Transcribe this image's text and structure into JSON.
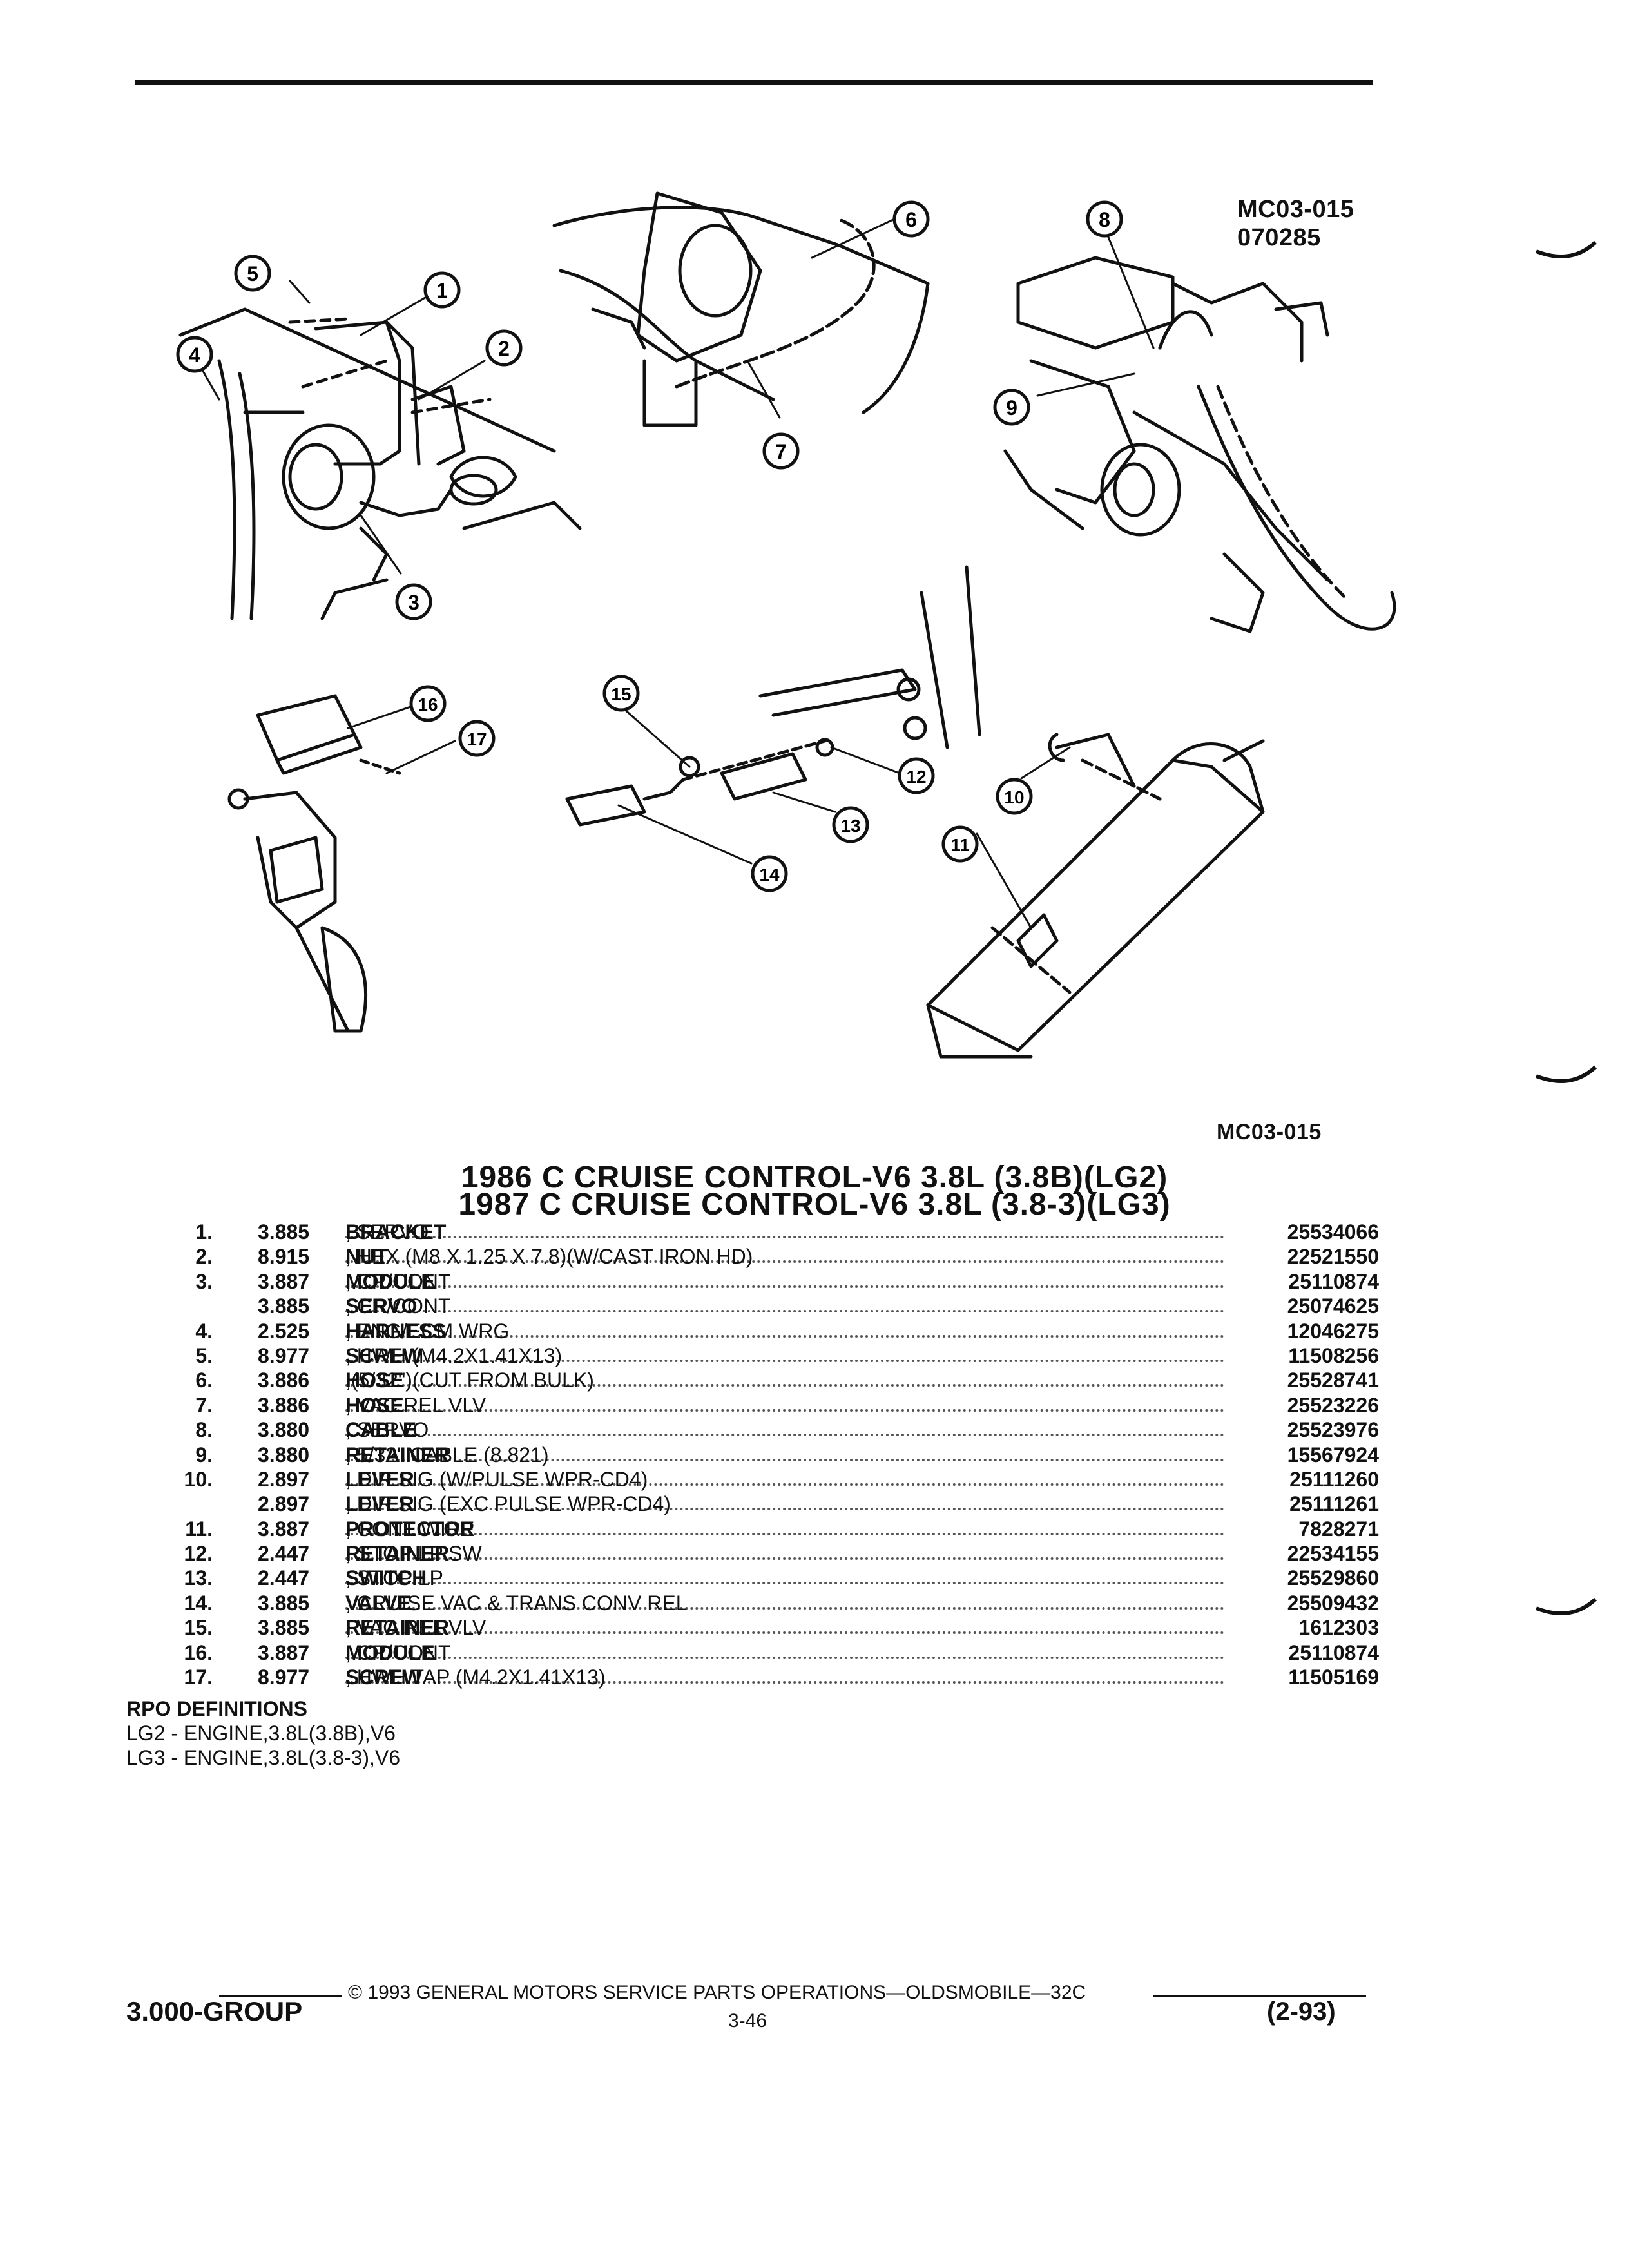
{
  "figure": {
    "ref_code": "MC03-015",
    "ref_date": "070285",
    "ref_code_bottom": "MC03-015",
    "callouts": [
      "1",
      "2",
      "3",
      "4",
      "5",
      "6",
      "7",
      "8",
      "9",
      "10",
      "11",
      "12",
      "13",
      "14",
      "15",
      "16",
      "17"
    ]
  },
  "titles": {
    "line1": "1986 C CRUISE CONTROL-V6 3.8L (3.8B)(LG2)",
    "line2": "1987 C CRUISE CONTROL-V6 3.8L (3.8-3)(LG3)"
  },
  "parts": [
    {
      "num": "1.",
      "group": "3.885",
      "name": "BRACKET",
      "detail": ", SERVO",
      "part_no": "25534066"
    },
    {
      "num": "2.",
      "group": "8.915",
      "name": "NUT",
      "detail": ", HEX (M8 X 1.25 X 7.8)(W/CAST IRON HD)",
      "part_no": "22521550"
    },
    {
      "num": "3.",
      "group": "3.887",
      "name": "MODULE",
      "detail": ", CR/CONT",
      "part_no": "25110874"
    },
    {
      "num": "",
      "group": "3.885",
      "name": "SERVO",
      "detail": ", CR/CONT",
      "part_no": "25074625"
    },
    {
      "num": "4.",
      "group": "2.525",
      "name": "HARNESS",
      "detail": ", ENG/ECM WRG",
      "part_no": "12046275"
    },
    {
      "num": "5.",
      "group": "8.977",
      "name": "SCREW",
      "detail": ", HWH (M4.2X1.41X13)",
      "part_no": "11508256"
    },
    {
      "num": "6.",
      "group": "3.886",
      "name": "HOSE",
      "detail": ",(5/32\")(CUT FROM BULK)",
      "part_no": "25528741"
    },
    {
      "num": "7.",
      "group": "3.886",
      "name": "HOSE",
      "detail": ", VAC REL VLV",
      "part_no": "25523226"
    },
    {
      "num": "8.",
      "group": "3.880",
      "name": "CABLE",
      "detail": ", SERVO",
      "part_no": "25523976"
    },
    {
      "num": "9.",
      "group": "3.880",
      "name": "RETAINER",
      "detail": ", 5/32\" CABLE (8.821)",
      "part_no": "15567924"
    },
    {
      "num": "10.",
      "group": "2.897",
      "name": "LEVER",
      "detail": ", DIR SIG (W/PULSE WPR-CD4)",
      "part_no": "25111260"
    },
    {
      "num": "",
      "group": "2.897",
      "name": "LEVER",
      "detail": ", DIR SIG (EXC PULSE WPR-CD4)",
      "part_no": "25111261"
    },
    {
      "num": "11.",
      "group": "3.887",
      "name": "PROTECTOR",
      "detail": ", CONT WIRE",
      "part_no": "7828271"
    },
    {
      "num": "12.",
      "group": "2.447",
      "name": "RETAINER",
      "detail": ", STOP LP SW",
      "part_no": "22534155"
    },
    {
      "num": "13.",
      "group": "2.447",
      "name": "SWITCH",
      "detail": ", STOP LP",
      "part_no": "25529860"
    },
    {
      "num": "14.",
      "group": "3.885",
      "name": "VALVE",
      "detail": ", CRUISE VAC & TRANS CONV REL",
      "part_no": "25509432"
    },
    {
      "num": "15.",
      "group": "3.885",
      "name": "RETAINER",
      "detail": ", VAC REL VLV",
      "part_no": "1612303"
    },
    {
      "num": "16.",
      "group": "3.887",
      "name": "MODULE",
      "detail": ", CR/CONT",
      "part_no": "25110874"
    },
    {
      "num": "17.",
      "group": "8.977",
      "name": "SCREW",
      "detail": ", HWH TAP (M4.2X1.41X13)",
      "part_no": "11505169"
    }
  ],
  "rpo": {
    "heading": "RPO DEFINITIONS",
    "lines": [
      "LG2 - ENGINE,3.8L(3.8B),V6",
      "LG3 - ENGINE,3.8L(3.8-3),V6"
    ]
  },
  "footer": {
    "copyright": "© 1993 GENERAL MOTORS SERVICE PARTS OPERATIONS—OLDSMOBILE—32C",
    "group": "3.000-GROUP",
    "page": "3-46",
    "date": "(2-93)"
  }
}
